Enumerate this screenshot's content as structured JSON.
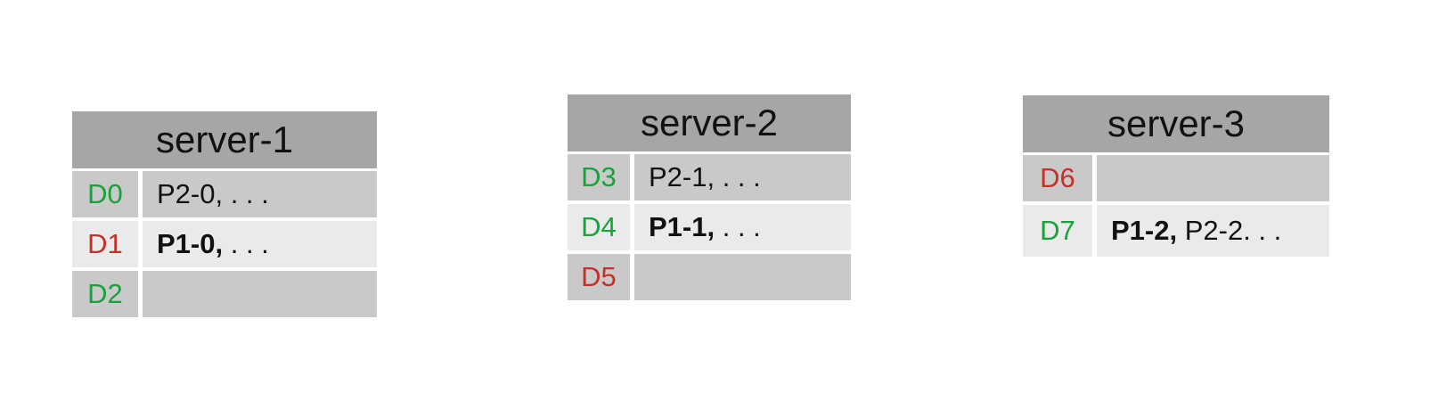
{
  "colors": {
    "green": "#17a33a",
    "red": "#c53027",
    "header_bg": "#a6a6a6",
    "row_medium": "#c9c9c9",
    "row_light": "#eaeaea",
    "text": "#111111"
  },
  "servers": [
    {
      "title": "server-1",
      "rows": [
        {
          "label": "D0",
          "status": "green",
          "shade": "medium",
          "bold": "",
          "text": "P2-0, . . ."
        },
        {
          "label": "D1",
          "status": "red",
          "shade": "light",
          "bold": "P1-0,",
          "text": " . . ."
        },
        {
          "label": "D2",
          "status": "green",
          "shade": "medium",
          "bold": "",
          "text": ""
        }
      ]
    },
    {
      "title": "server-2",
      "rows": [
        {
          "label": "D3",
          "status": "green",
          "shade": "medium",
          "bold": "",
          "text": "P2-1, . . ."
        },
        {
          "label": "D4",
          "status": "green",
          "shade": "light",
          "bold": "P1-1,",
          "text": " . . ."
        },
        {
          "label": "D5",
          "status": "red",
          "shade": "medium",
          "bold": "",
          "text": ""
        }
      ]
    },
    {
      "title": "server-3",
      "rows": [
        {
          "label": "D6",
          "status": "red",
          "shade": "medium",
          "bold": "",
          "text": ""
        },
        {
          "label": "D7",
          "status": "green",
          "shade": "light",
          "bold": "P1-2,",
          "text": " P2-2. . ."
        }
      ]
    }
  ]
}
